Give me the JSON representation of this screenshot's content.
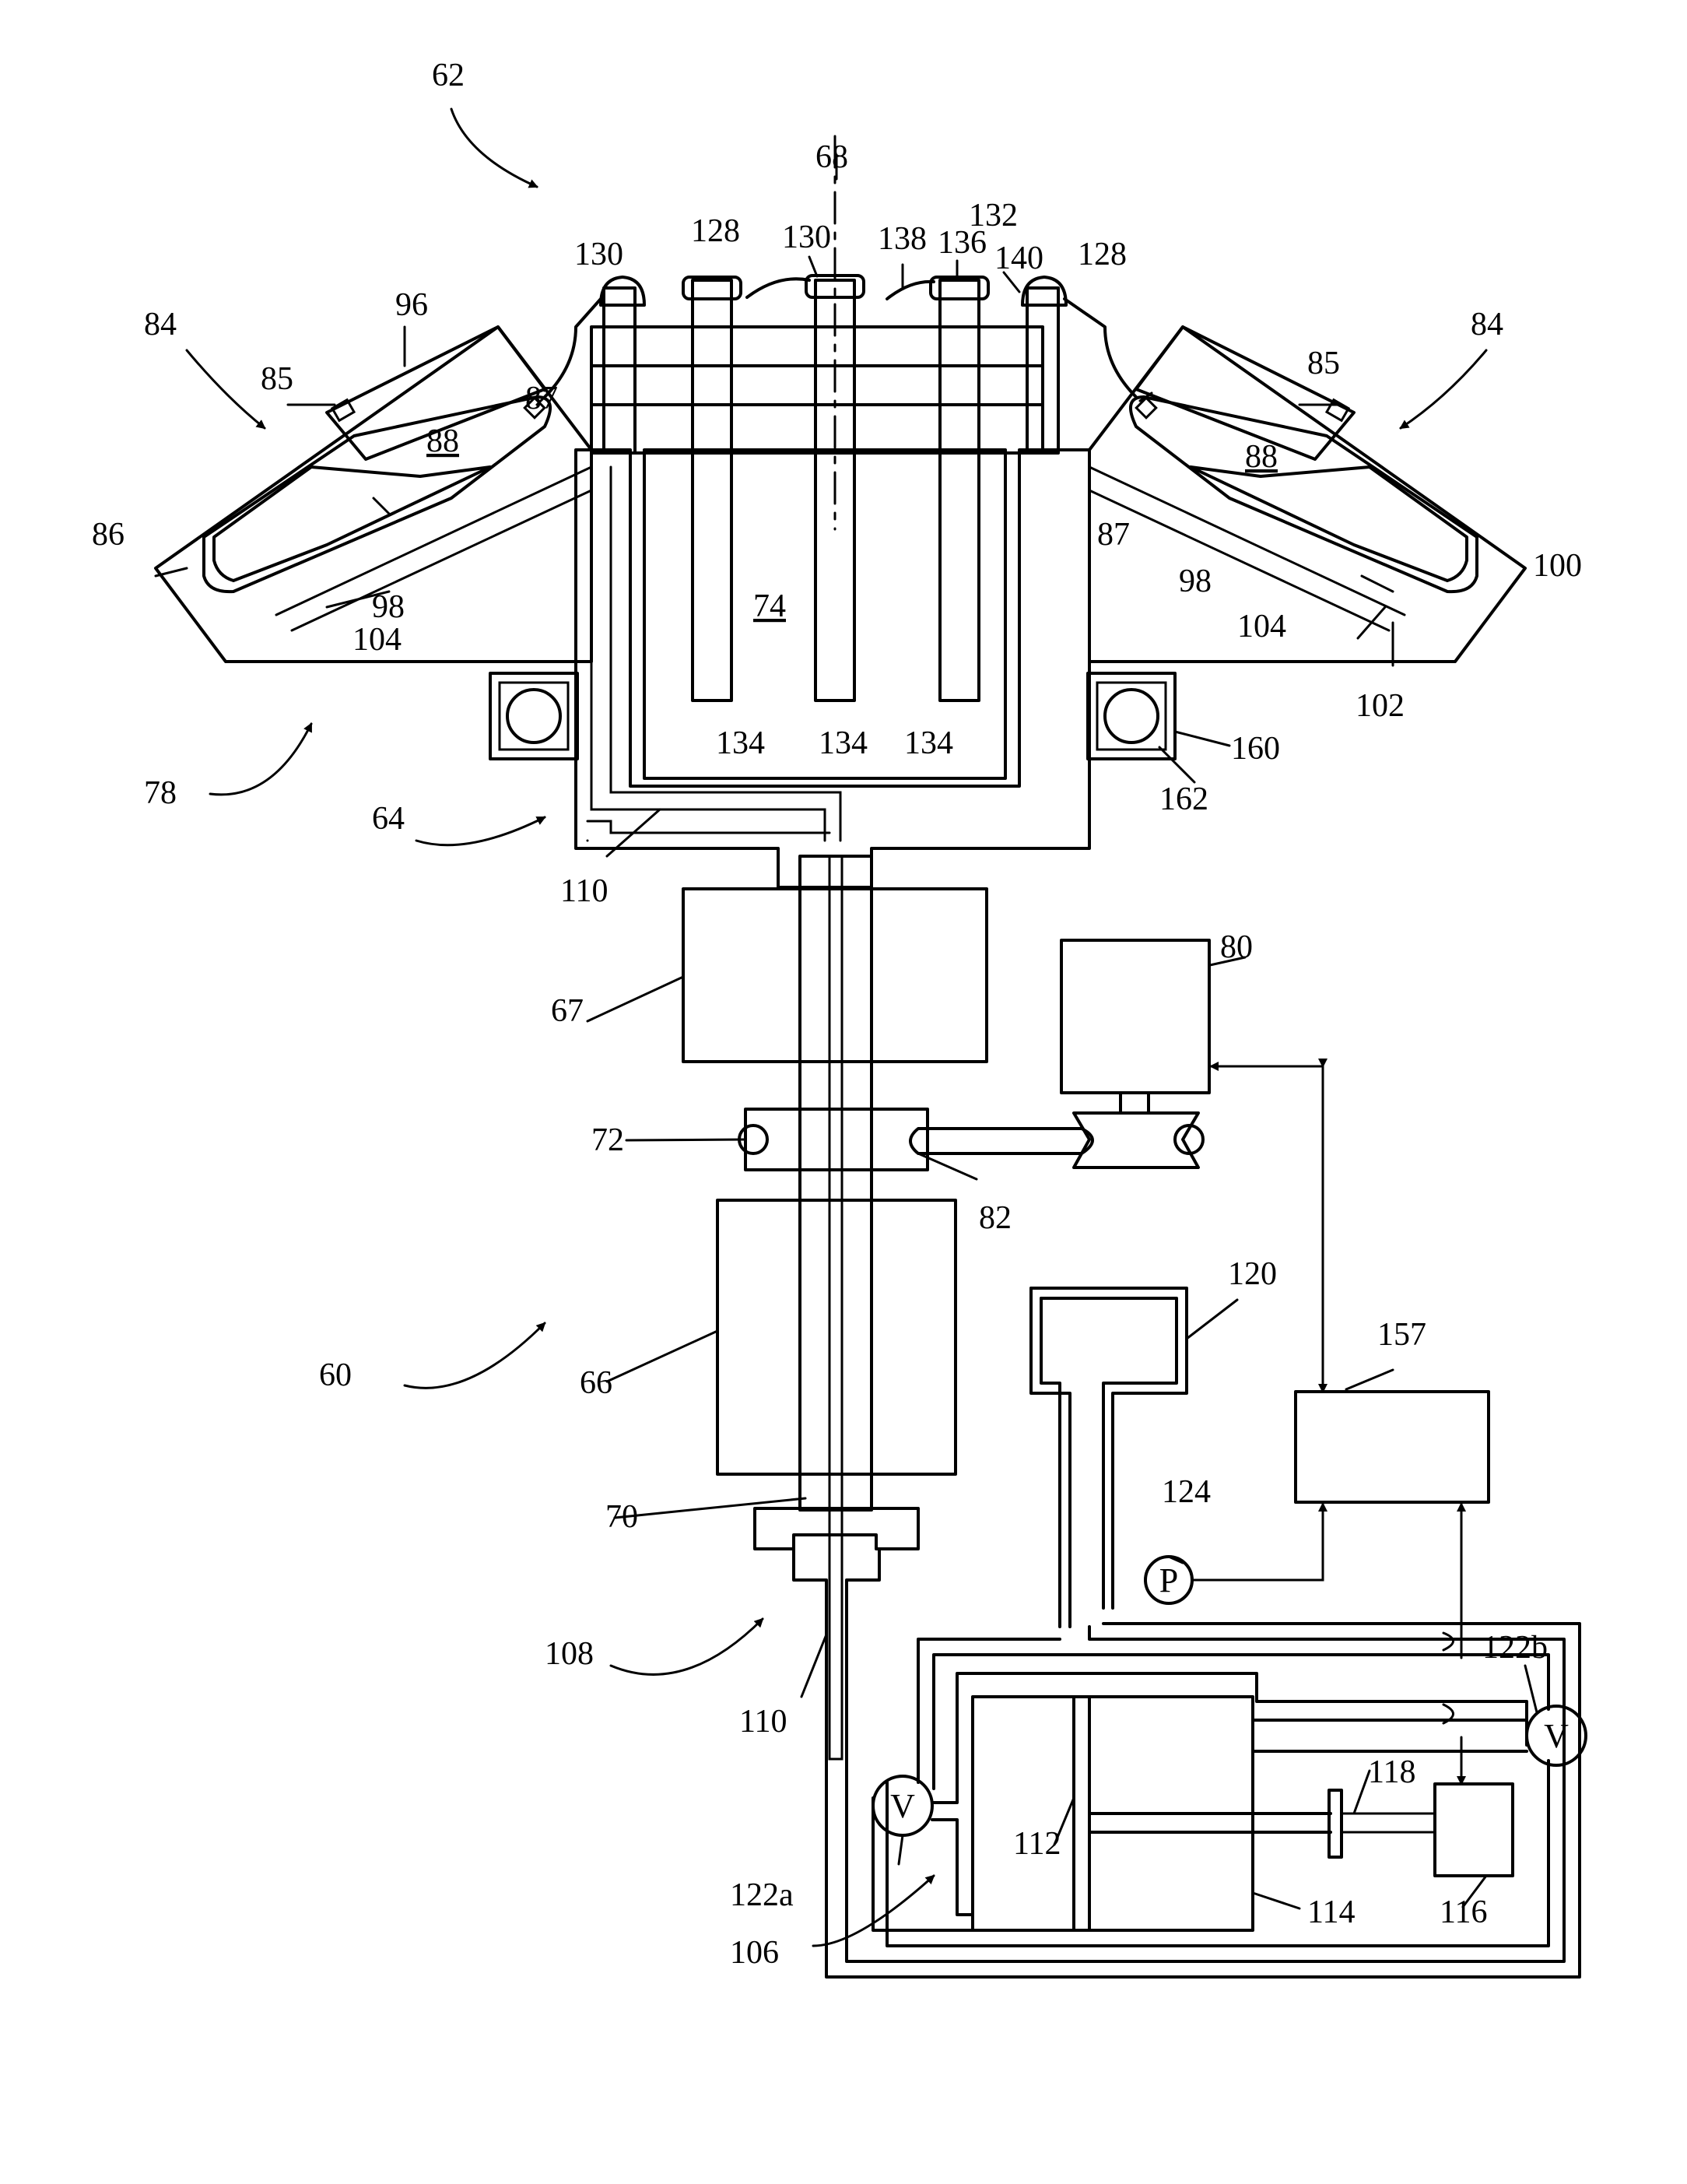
{
  "figure": {
    "colors": {
      "ink": "#000000",
      "paper": "#ffffff"
    },
    "reference_numerals": {
      "n60": "60",
      "n62": "62",
      "n64": "64",
      "n66": "66",
      "n67": "67",
      "n68": "68",
      "n70": "70",
      "n72": "72",
      "n74": "74",
      "n78": "78",
      "n80": "80",
      "n82": "82",
      "n84": "84",
      "n85": "85",
      "n86": "86",
      "n87": "87",
      "n88": "88",
      "n96": "96",
      "n98": "98",
      "n100": "100",
      "n102": "102",
      "n104": "104",
      "n106": "106",
      "n108": "108",
      "n110": "110",
      "n112": "112",
      "n114": "114",
      "n116": "116",
      "n118": "118",
      "n120": "120",
      "n122a": "122a",
      "n122b": "122b",
      "n124": "124",
      "n128": "128",
      "n130": "130",
      "n132": "132",
      "n134": "134",
      "n136": "136",
      "n138": "138",
      "n140": "140",
      "n157": "157",
      "n160": "160",
      "n162": "162"
    },
    "symbols": {
      "valve": "V",
      "pump": "P"
    }
  }
}
